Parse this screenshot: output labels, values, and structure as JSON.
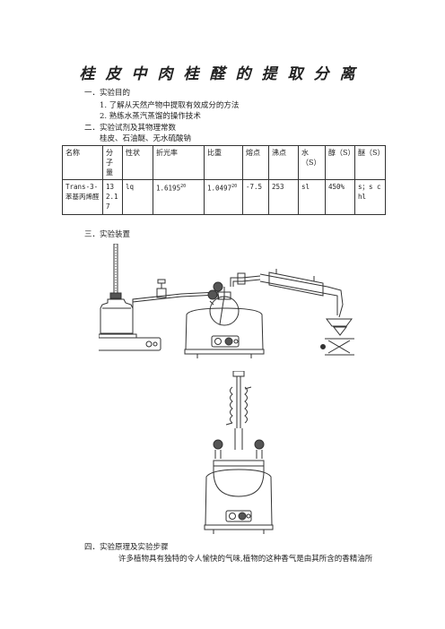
{
  "title": "桂皮中肉桂醛的提取分离",
  "sections": {
    "s1": "一．实验目的",
    "s1_items": [
      "1.  了解从天然产物中提取有效成分的方法",
      "2.  熟练水蒸汽蒸馏的操作技术"
    ],
    "s2": "二．实验试剂及其物理常数",
    "reagents": "桂皮、石油醚、无水硫酸钠",
    "s3": "三．实验装置",
    "s4": "四．实验原理及实验步骤",
    "paragraph": "许多植物具有独特的令人愉快的气味,植物的这种香气是由其所含的香精油所"
  },
  "table": {
    "headers": [
      "名称",
      "分子量",
      "性状",
      "折光率",
      "比重",
      "熔点",
      "沸点",
      "水（S）",
      "醇（S）",
      "醚（S）"
    ],
    "row": {
      "name": "Trans-3-苯基丙烯醛",
      "mw": "132.17",
      "state": "lq",
      "refr": "1.6195",
      "refr_sup": "20",
      "density": "1.0497",
      "density_sup": "20",
      "mp": "-7.5",
      "bp": "253",
      "water": "sl",
      "alcohol": "450%",
      "ether": "s；s chl"
    }
  }
}
